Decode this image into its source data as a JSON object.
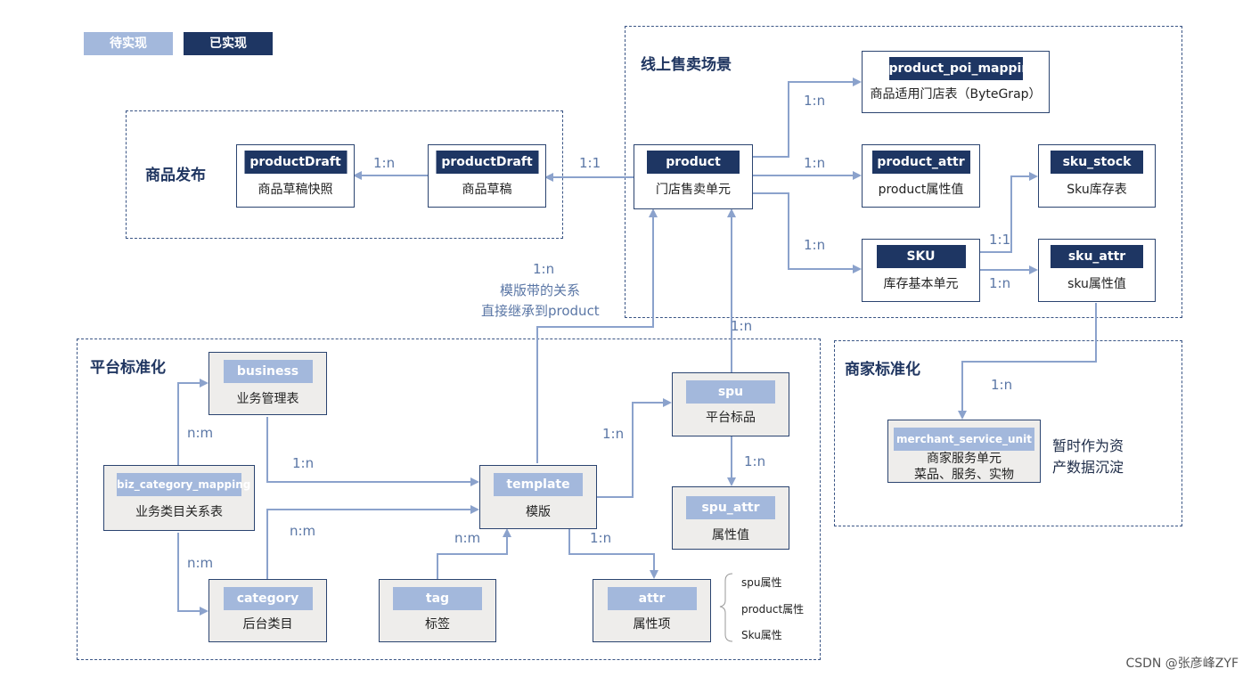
{
  "legend": {
    "pending": {
      "label": "待实现",
      "color": "#a3b8dc"
    },
    "done": {
      "label": "已实现",
      "color": "#1e3663"
    }
  },
  "groups": {
    "publish": "商品发布",
    "online": "线上售卖场景",
    "platform": "平台标准化",
    "merchant": "商家标准化"
  },
  "nodes": {
    "productDraftSnap": {
      "tag": "productDraft",
      "sub": "商品草稿快照",
      "status": "done"
    },
    "productDraft": {
      "tag": "productDraft",
      "sub": "商品草稿",
      "status": "done"
    },
    "product": {
      "tag": "product",
      "sub": "门店售卖单元",
      "status": "done"
    },
    "productPoi": {
      "tag": "product_poi_mapping",
      "sub": "商品适用门店表（ByteGrap）",
      "status": "done"
    },
    "productAttr": {
      "tag": "product_attr",
      "sub": "product属性值",
      "status": "done"
    },
    "skuStock": {
      "tag": "sku_stock",
      "sub": "Sku库存表",
      "status": "done"
    },
    "sku": {
      "tag": "SKU",
      "sub": "库存基本单元",
      "status": "done"
    },
    "skuAttr": {
      "tag": "sku_attr",
      "sub": "sku属性值",
      "status": "done"
    },
    "business": {
      "tag": "business",
      "sub": "业务管理表",
      "status": "pending"
    },
    "bizCategory": {
      "tag": "biz_category_mapping",
      "sub": "业务类目关系表",
      "status": "pending"
    },
    "category": {
      "tag": "category",
      "sub": "后台类目",
      "status": "pending"
    },
    "template": {
      "tag": "template",
      "sub": "模版",
      "status": "pending"
    },
    "tagNode": {
      "tag": "tag",
      "sub": "标签",
      "status": "pending"
    },
    "spu": {
      "tag": "spu",
      "sub": "平台标品",
      "status": "pending"
    },
    "spuAttr": {
      "tag": "spu_attr",
      "sub": "属性值",
      "status": "pending"
    },
    "attr": {
      "tag": "attr",
      "sub": "属性项",
      "status": "pending"
    },
    "merchant": {
      "tag": "merchant_service_unit",
      "sub1": "商家服务单元",
      "sub2": "菜品、服务、实物",
      "status": "pending"
    }
  },
  "relations": {
    "draft_snap": "1:n",
    "product_draft": "1:1",
    "product_poi": "1:n",
    "product_attr": "1:n",
    "product_sku": "1:n",
    "sku_stock": "1:1",
    "sku_attr": "1:n",
    "template_product_line1": "1:n",
    "template_product_line2": "模版带的关系",
    "template_product_line3": "直接继承到product",
    "spu_product": "1:n",
    "biz_business": "n:m",
    "biz_category": "n:m",
    "business_template": "1:n",
    "category_template": "n:m",
    "tag_template": "n:m",
    "template_spu": "1:n",
    "template_attr": "1:n",
    "spu_spuattr": "1:n",
    "skuattr_merchant": "1:n"
  },
  "notes": {
    "merchant_note_1": "暂时作为资",
    "merchant_note_2": "产数据沉淀",
    "attr_types": [
      "spu属性",
      "product属性",
      "Sku属性"
    ]
  },
  "watermark": "CSDN @张彦峰ZYF"
}
